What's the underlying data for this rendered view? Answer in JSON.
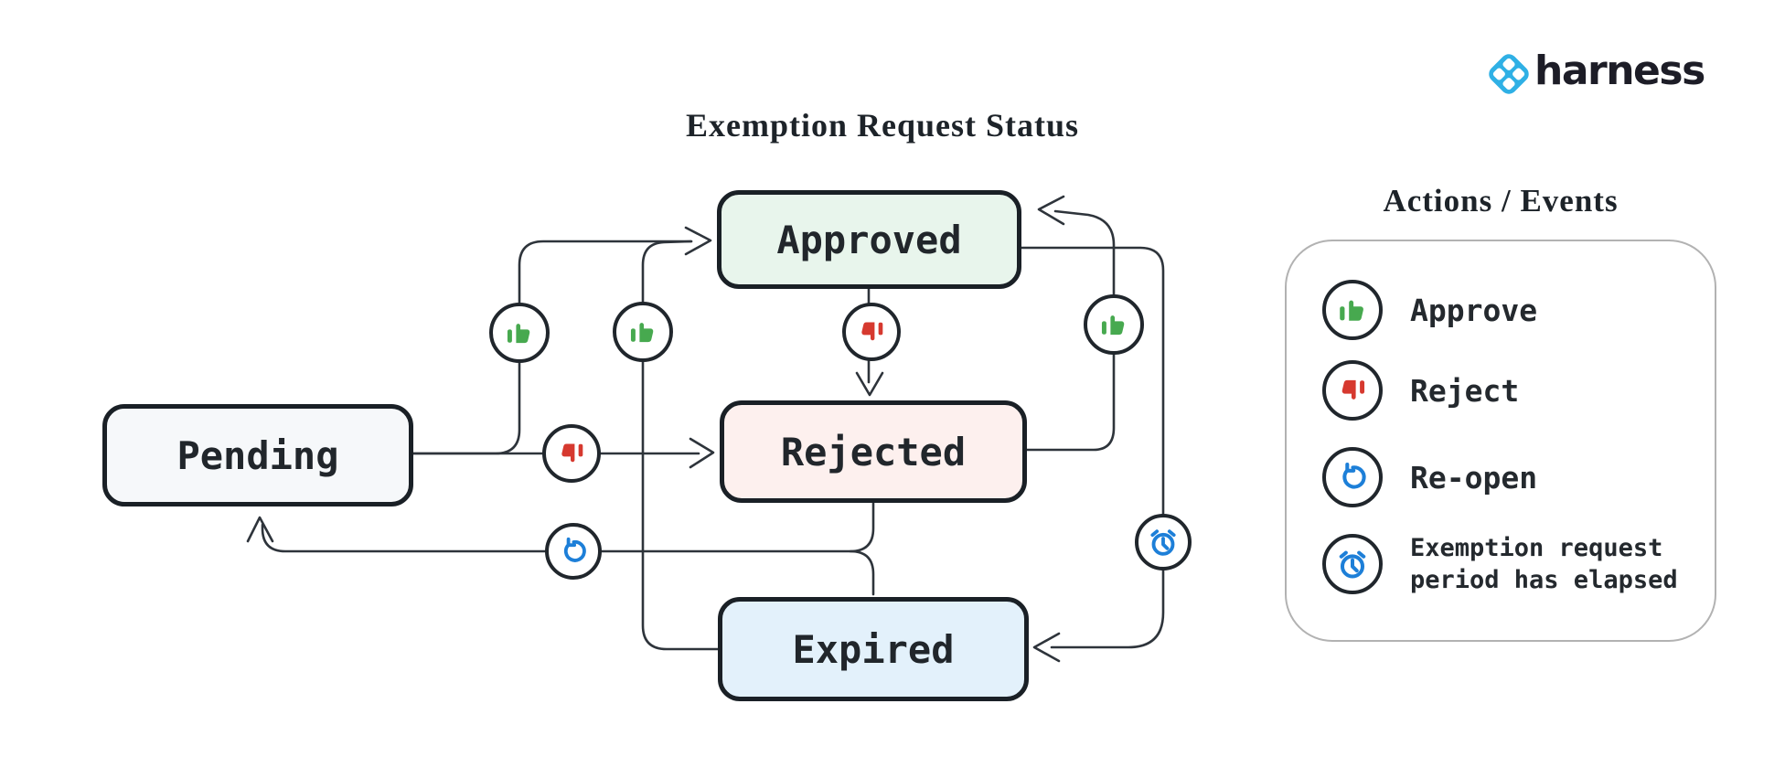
{
  "title": "Exemption Request Status",
  "brand": {
    "name": "harness",
    "color": "#2FB0E5"
  },
  "diagram": {
    "nodes": [
      {
        "label": "Pending",
        "color": "#f6f8fa"
      },
      {
        "label": "Approved",
        "color": "#e8f5ec"
      },
      {
        "label": "Rejected",
        "color": "#fdf0ee"
      },
      {
        "label": "Expired",
        "color": "#e3f1fb"
      }
    ],
    "edges": [
      {
        "from": "Pending",
        "to": "Approved",
        "action": "Approve"
      },
      {
        "from": "Pending",
        "to": "Rejected",
        "action": "Reject"
      },
      {
        "from": "Approved",
        "to": "Rejected",
        "action": "Reject"
      },
      {
        "from": "Rejected",
        "to": "Approved",
        "action": "Approve"
      },
      {
        "from": "Approved",
        "to": "Expired",
        "action": "Exemption request period has elapsed"
      },
      {
        "from": "Rejected",
        "to": "Pending",
        "action": "Re-open"
      },
      {
        "from": "Expired",
        "to": "Pending",
        "action": "Re-open"
      },
      {
        "from": "Expired",
        "to": "Approved",
        "action": "Approve"
      }
    ]
  },
  "legend": {
    "title": "Actions / Events",
    "items": [
      {
        "icon": "thumbs-up-icon",
        "label": "Approve",
        "color": "#47a94f"
      },
      {
        "icon": "thumbs-down-icon",
        "label": "Reject",
        "color": "#d6392f"
      },
      {
        "icon": "reopen-icon",
        "label": "Re-open",
        "color": "#1d7fd8"
      },
      {
        "icon": "alarm-clock-icon",
        "label": "Exemption request\nperiod has elapsed",
        "color": "#1d7fd8"
      }
    ]
  },
  "colors": {
    "node_border": "#1a2026",
    "connector": "#2e343b",
    "legend_border": "#b2b2b2",
    "approve_green": "#47a94f",
    "reject_red": "#d6392f",
    "event_blue": "#1d7fd8",
    "brand_blue": "#2FB0E5"
  }
}
